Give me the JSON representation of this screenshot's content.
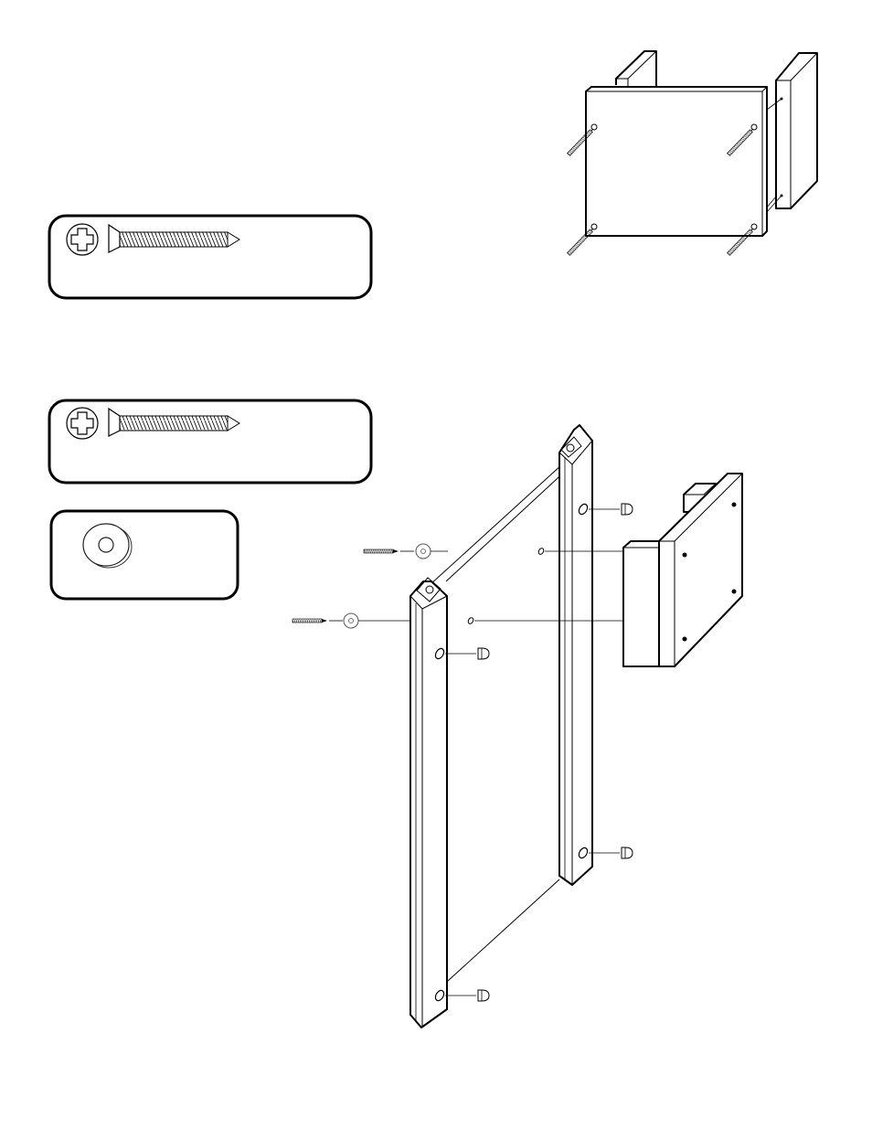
{
  "parts": [
    {
      "id": "screw-a",
      "icon": "phillips-screw-icon"
    },
    {
      "id": "screw-b",
      "icon": "phillips-screw-icon"
    },
    {
      "id": "washer",
      "icon": "washer-icon"
    }
  ],
  "steps": [
    {
      "id": "attach-side-panel",
      "fastener_count": 4
    },
    {
      "id": "attach-frame-rails",
      "fastener_count": 2,
      "cam_plug_count": 4
    }
  ]
}
